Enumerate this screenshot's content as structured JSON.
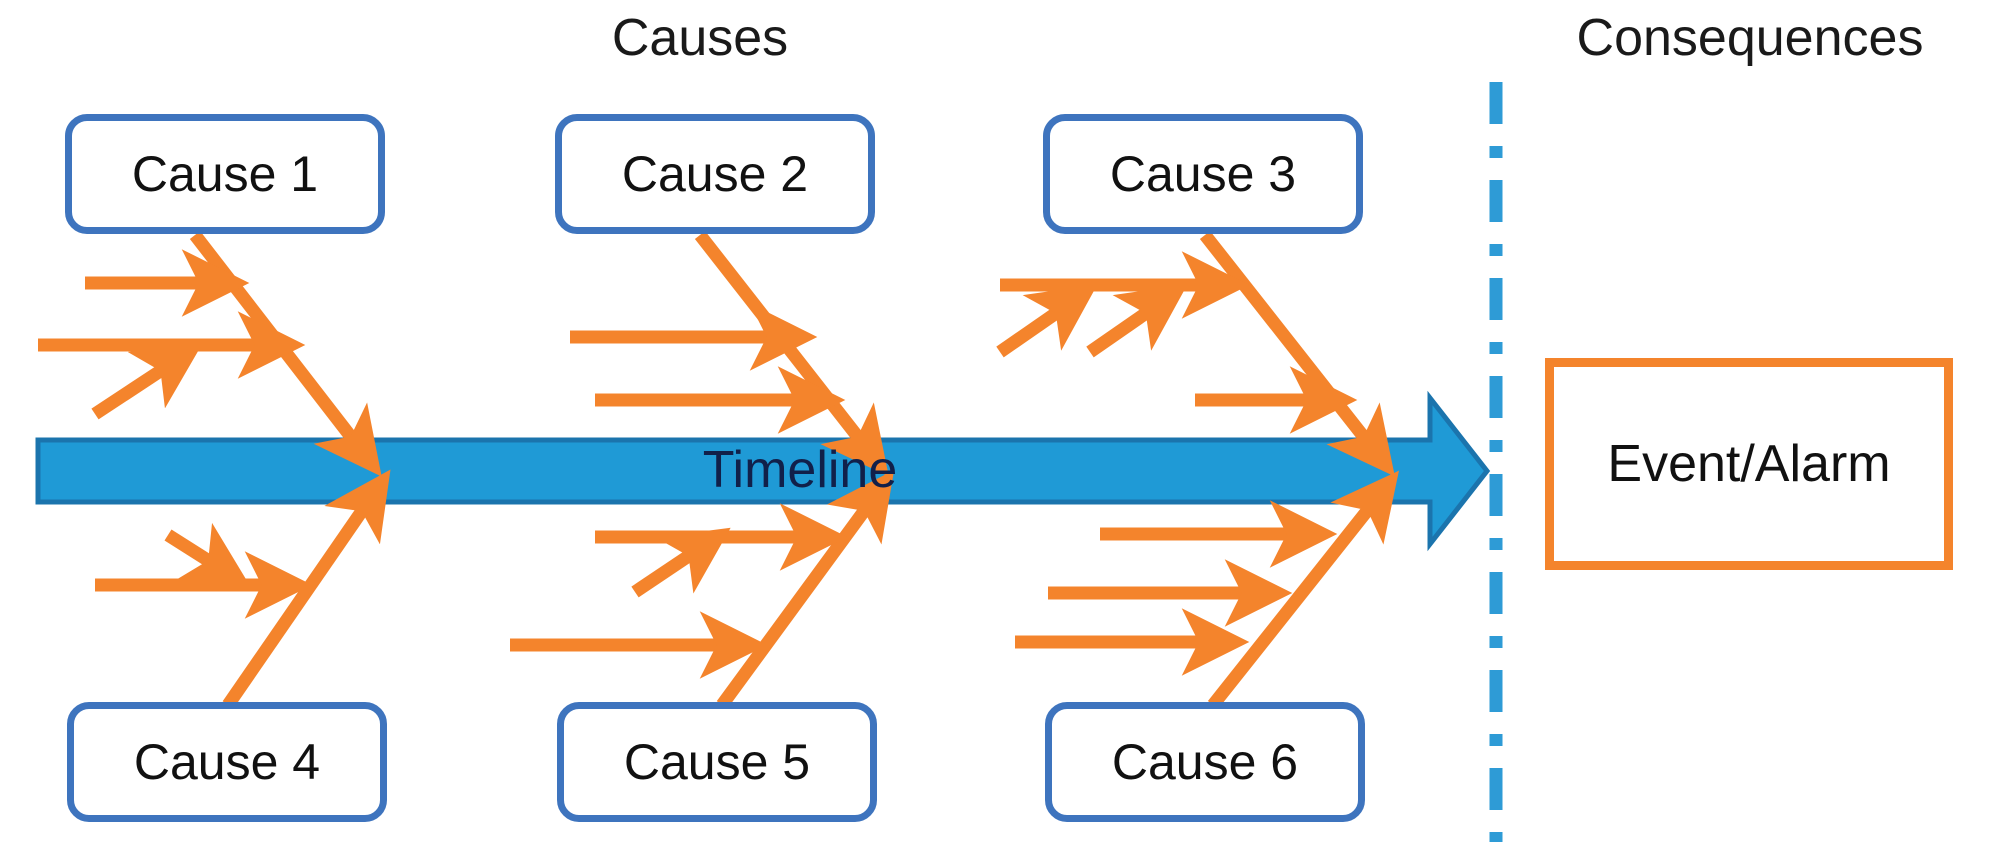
{
  "header": {
    "causes_title": "Causes",
    "consequences_title": "Consequences"
  },
  "timeline": {
    "label": "Timeline",
    "direction": "left-to-right",
    "color": "#1F9AD6",
    "border_color": "#1B6FA8"
  },
  "divider": {
    "style": "dash-dot",
    "color": "#2E9BD6"
  },
  "causes": [
    {
      "id": "cause-1",
      "label": "Cause 1",
      "position": "above-timeline",
      "column": 1,
      "contributing_arrow_count": 3
    },
    {
      "id": "cause-2",
      "label": "Cause 2",
      "position": "above-timeline",
      "column": 2,
      "contributing_arrow_count": 2
    },
    {
      "id": "cause-3",
      "label": "Cause 3",
      "position": "above-timeline",
      "column": 3,
      "contributing_arrow_count": 4
    },
    {
      "id": "cause-4",
      "label": "Cause 4",
      "position": "below-timeline",
      "column": 1,
      "contributing_arrow_count": 2
    },
    {
      "id": "cause-5",
      "label": "Cause 5",
      "position": "below-timeline",
      "column": 2,
      "contributing_arrow_count": 3
    },
    {
      "id": "cause-6",
      "label": "Cause 6",
      "position": "below-timeline",
      "column": 3,
      "contributing_arrow_count": 3
    }
  ],
  "consequence": {
    "label": "Event/Alarm",
    "border_color": "#F4842C"
  },
  "colors": {
    "cause_box_border": "#3E74BE",
    "arrow_orange": "#F4842C",
    "timeline_blue": "#1F9AD6",
    "text_dark": "#111111"
  }
}
